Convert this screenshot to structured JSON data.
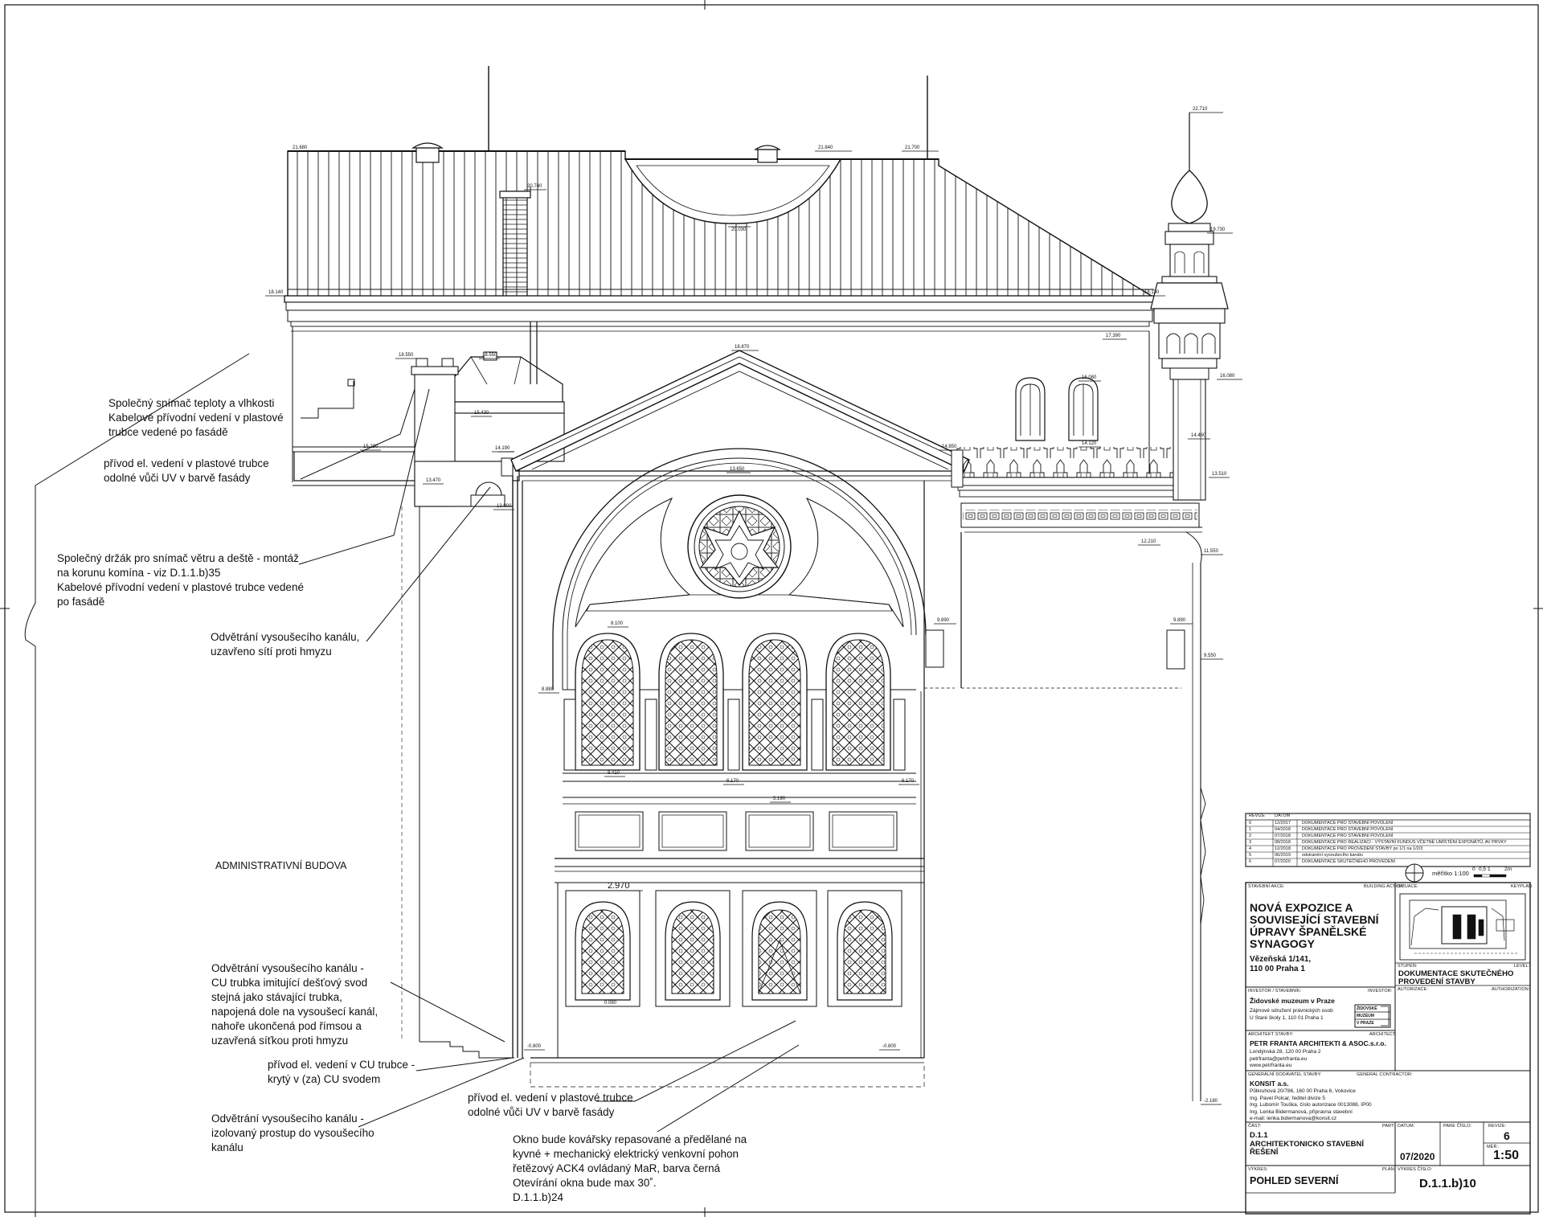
{
  "notes": [
    {
      "id": "sensor",
      "lines": [
        "Společný snímač teploty a vlhkosti",
        "Kabelové přívodní vedení v plastové",
        "trubce vedené po fasádě"
      ]
    },
    {
      "id": "uv1",
      "lines": [
        "přívod el. vedení v plastové trubce",
        "odolné vůči UV v barvě fasády"
      ]
    },
    {
      "id": "holder",
      "lines": [
        "Společný držák pro snímač větru a deště - montáž",
        "na korunu komína - viz D.1.1.b)35",
        "Kabelové přívodní vedení v plastové trubce vedené",
        "po fasádě"
      ]
    },
    {
      "id": "vent1",
      "lines": [
        "Odvětrání vysoušecího kanálu,",
        "uzavřeno sítí proti hmyzu"
      ]
    },
    {
      "id": "admin",
      "lines": [
        "ADMINISTRATIVNÍ BUDOVA"
      ]
    },
    {
      "id": "vent2",
      "lines": [
        "Odvětrání vysoušecího kanálu -",
        "CU trubka imitující dešťový svod",
        "stejná jako stávající trubka,",
        "napojená dole na vysoušecí kanál,",
        "nahoře ukončená pod římsou a",
        "uzavřená síťkou proti hmyzu"
      ]
    },
    {
      "id": "cu",
      "lines": [
        "přívod el. vedení v CU trubce -",
        "krytý v (za) CU svodem"
      ]
    },
    {
      "id": "vent3",
      "lines": [
        "Odvětrání vysoušecího kanálu -",
        "izolovaný prostup do vysoušecího",
        "kanálu"
      ]
    },
    {
      "id": "uv2",
      "lines": [
        "přívod el. vedení v plastové trubce",
        "odolné vůči UV v barvě fasády"
      ]
    },
    {
      "id": "window",
      "lines": [
        "Okno bude kovářsky repasované a předělané na",
        "kyvné + mechanický elektrický venkovní pohon",
        "řetězový ACK4  ovládaný MaR, barva černá",
        "Otevírání okna bude max 30˚.",
        "D.1.1.b)24"
      ]
    }
  ],
  "levels": [
    "21.680",
    "21.840",
    "21.700",
    "22.710",
    "20.740",
    "20.030",
    "19.730",
    "18.140",
    "18.130",
    "18.550",
    "18.550",
    "18.870",
    "17.390",
    "16.080",
    "16.080",
    "15.430",
    "15.230",
    "14.190",
    "14.460",
    "14.120",
    "14.850",
    "13.510",
    "13.470",
    "13.000",
    "13.650",
    "12.210",
    "11.550",
    "9.890",
    "9.890",
    "9.550",
    "8.880",
    "8.100",
    "8.410",
    "6.170",
    "6.170",
    "5.190",
    "2.970",
    "0.080",
    "-0.800",
    "-0.800",
    "-2.180"
  ],
  "revisions": {
    "header": [
      "REVIZE",
      "DATUM"
    ],
    "rows": [
      [
        "0",
        "12/2017",
        "DOKUMENTACE PRO STAVEBNÍ POVOLENÍ"
      ],
      [
        "1",
        "04/2018",
        "DOKUMENTACE PRO STAVEBNÍ POVOLENÍ"
      ],
      [
        "2",
        "07/2018",
        "DOKUMENTACE PRO STAVEBNÍ POVOLENÍ"
      ],
      [
        "3",
        "08/2018",
        "DOKUMENTACE PRO REALIZACI - VÝSTAVNÍ FUNDUS VČETNĚ UMÍSTĚNÍ EXPONÁTŮ, AV PRVKY"
      ],
      [
        "4",
        "12/2018",
        "DOKUMENTACE PRO PROVEDENÍ STAVBY po 1/1 na 1/2/3"
      ],
      [
        "5",
        "06/2019",
        "odstranění vysoušecího kanálu"
      ],
      [
        "6",
        "07/2020",
        "DOKUMENTACE SKUTEČNÉHO PROVEDENÍ"
      ]
    ]
  },
  "scale": {
    "label": "měřítko 1:100",
    "ticks": [
      "0",
      "0,5",
      "1",
      "2m"
    ]
  },
  "title_block": {
    "building_action_label": "STAVEBNÍ AKCE:",
    "building_action_label_en": "BUILDING ACTION:",
    "situation_label": "SITUACE:",
    "keyplan_label": "KEYPLAN",
    "project_title": [
      "NOVÁ EXPOZICE A",
      "SOUVISEJÍCÍ STAVEBNÍ",
      "ÚPRAVY ŠPANĚLSKÉ",
      "SYNAGOGY"
    ],
    "address": [
      "Vězeňská 1/141,",
      "110 00 Praha 1"
    ],
    "level_label": "STUPEŇ:",
    "level_label_en": "LEVEL:",
    "level_value": [
      "DOKUMENTACE SKUTEČNÉHO",
      "PROVEDENÍ STAVBY"
    ],
    "investor_label": "INVESTOR / STAVEBNÍK:",
    "investor_label_en": "INVESTOR:",
    "investor_name": "Židovské muzeum v Praze",
    "investor_details": [
      "Zájmové sdružení právnických osob",
      "U Staré školy 1, 110 01 Praha 1"
    ],
    "investor_logo": [
      "ŽIDOVSKÉ",
      "MUZEUM",
      "V PRAZE"
    ],
    "authorization_label": "AUTORIZACE:",
    "authorization_label_en": "AUTHORIZATION:",
    "architect_label": "ARCHITEKT STAVBY:",
    "architect_label_en": "ARCHITECT:",
    "architect_name": "PETR FRANTA ARCHITEKTI & ASOC.s.r.o.",
    "architect_details": [
      "Londýnská 28, 120 00 Praha 2",
      "petrfranta@petrfranta.eu",
      "www.petrfranta.eu"
    ],
    "contractor_label": "GENERÁLNÍ DODAVATEL STAVBY:",
    "contractor_label_en": "GENERAL CONTRACTOR:",
    "contractor_name": "KONSIT a.s.",
    "contractor_details": [
      "Půlkruhová 20/786, 160 00 Praha 6, Vokovice",
      "Ing. Pavel Polcar, ředitel divize 5",
      "Ing. Lubomír Touška, číslo autorizace 0013088, IP00",
      "Ing. Lenka Bidermanová, přípravna stavební",
      "e-mail: lenka.bidermanova@konsit.cz"
    ],
    "part_label": "ČÁST:",
    "part_label_en": "PART:",
    "part_value": [
      "D.1.1",
      "ARCHITEKTONICKO STAVEBNÍ",
      "ŘEŠENÍ"
    ],
    "date_label": "DATUM:",
    "date_value": "07/2020",
    "page_label": "PARE ČÍSLO:",
    "revision_label": "REVIZE:",
    "revision_value": "6",
    "scale_label": "MĚŘ.:",
    "scale_value": "1:50",
    "drawing_label": "VÝKRES:",
    "drawing_label_en": "PLAN:",
    "drawing_value": "POHLED SEVERNÍ",
    "drawing_number_label": "VÝKRES ČÍSLO:",
    "drawing_number": "D.1.1.b)10"
  }
}
